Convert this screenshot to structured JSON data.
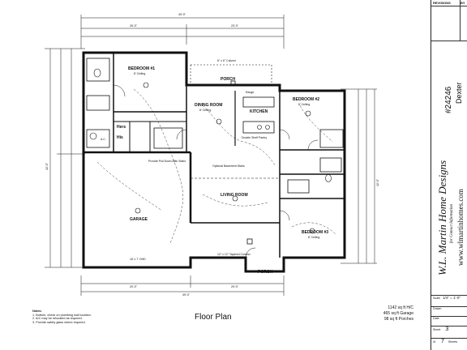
{
  "plan": {
    "title": "Floor Plan",
    "areas": [
      "1142 sq ft H/C",
      "465 sq ft Garage",
      "98 sq ft Porches"
    ],
    "notes_title": "Notes:",
    "notes": [
      "1. Bottom, check on plumbing wall location.",
      "2. A/C may be relocated as required.",
      "3. Provide safety glass where required."
    ],
    "rooms": {
      "bedroom1": "BEDROOM #1",
      "bedroom2": "BEDROOM #2",
      "bedroom3": "BEDROOM #3",
      "dining": "DINING ROOM",
      "kitchen": "KITCHEN",
      "living": "LIVING ROOM",
      "garage": "GARAGE",
      "porch_top": "PORCH",
      "porch_bottom": "PORCH",
      "hers": "Hers",
      "his": "His"
    },
    "ceilings": {
      "bedroom1": "8' Ceiling",
      "bedroom2": "8' Ceiling",
      "bedroom3": "8' Ceiling",
      "dining": "8' Ceiling"
    },
    "annotations": {
      "attic": "Provide Pull Down Attic Stairs",
      "beam": "Optional Basement Stairs",
      "column_top": "6\" x 6\" Column",
      "column_bottom": "12\" x 12\" Tapered Column",
      "garage_door": "16' x 7' OHD",
      "ac": "A.C.",
      "pantry": "Double Shelf Pantry",
      "range": "Range"
    },
    "dims": {
      "overall_top": "49'-0\"",
      "overall_bottom": "49'-0\"",
      "top_a": "26'-0\"",
      "top_b": "23'-0\"",
      "bot_a": "20'-0\"",
      "bot_b": "29'-0\"",
      "left": "42'-0\"",
      "right": "42'-0\""
    }
  },
  "title_block": {
    "revisions_label": "REVISIONS",
    "by_label": "BY",
    "company": "W.L. Martin Home Designs",
    "tagline": "for Contact Information",
    "website": "www.wlmartinhomes.com",
    "plan_number": "#24246",
    "plan_name": "Dexter",
    "scale_label": "Scale",
    "scale_value": "1/4\" = 1'-0\"",
    "drawn_label": "Drawn",
    "date_label": "Date",
    "sheet_label": "Sheet",
    "sheet_value": "3",
    "of_label": "of",
    "of_value": "7",
    "sheets_label": "Sheets"
  }
}
